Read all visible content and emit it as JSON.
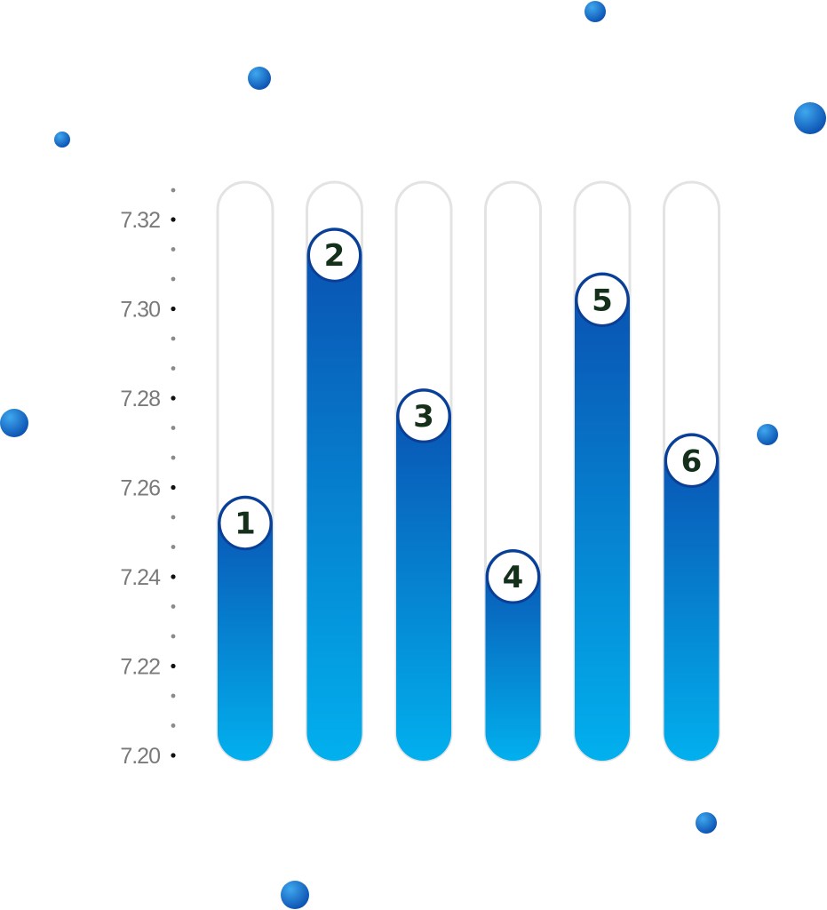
{
  "chart_data": {
    "type": "bar",
    "categories": [
      "1",
      "2",
      "3",
      "4",
      "5",
      "6"
    ],
    "values": [
      7.251,
      7.311,
      7.275,
      7.239,
      7.301,
      7.265
    ],
    "ylim": [
      7.2,
      7.32
    ],
    "yticks": [
      "7.20",
      "7.22",
      "7.24",
      "7.26",
      "7.28",
      "7.30",
      "7.32"
    ],
    "title": "",
    "xlabel": "",
    "ylabel": "",
    "grid": false,
    "legend": "none"
  },
  "colors": {
    "bar_top": "#0a4fb0",
    "bar_bottom": "#02b0ee",
    "track": "#e3e3e3",
    "dot": "#1a7fd6",
    "label_text": "#14301a",
    "tick_text": "#7a7a7a"
  }
}
